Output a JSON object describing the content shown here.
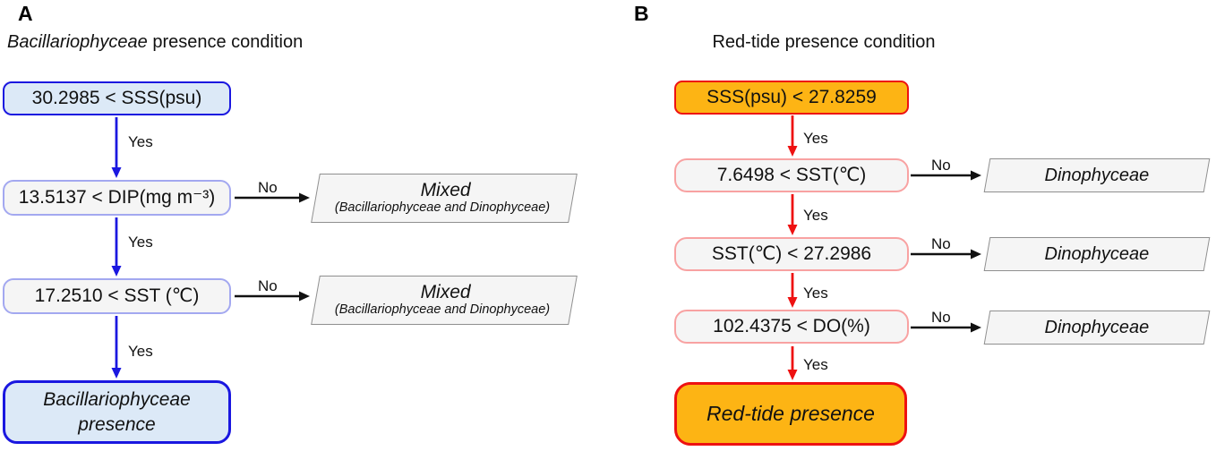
{
  "colors": {
    "blue_border": "#1a17e0",
    "blue_fill": "#dce9f7",
    "periwinkle_border": "#a3a8f0",
    "gray_fill": "#f5f5f5",
    "gray_border": "#8f8f8f",
    "red": "#ee1111",
    "orange_fill": "#fdb414",
    "pink_border": "#f8a2a2",
    "black_arrow": "#111111"
  },
  "labels": {
    "yes": "Yes",
    "no": "No"
  },
  "panelA": {
    "label": "A",
    "title_italic": "Bacillariophyceae",
    "title_rest": " presence condition",
    "root": "30.2985 < SSS(psu)",
    "decision_dip": "13.5137 < DIP(mg m⁻³)",
    "decision_sst": "17.2510 < SST (℃)",
    "leaf": "Bacillariophyceae presence",
    "mixed_title": "Mixed",
    "mixed_subtitle": "(Bacillariophyceae and Dinophyceae)"
  },
  "panelB": {
    "label": "B",
    "title": "Red-tide presence condition",
    "root": "SSS(psu) < 27.8259",
    "decision_sst_low": "7.6498 < SST(℃)",
    "decision_sst_high": "SST(℃) < 27.2986",
    "decision_do": "102.4375 < DO(%)",
    "leaf": "Red-tide presence",
    "alt": "Dinophyceae"
  }
}
